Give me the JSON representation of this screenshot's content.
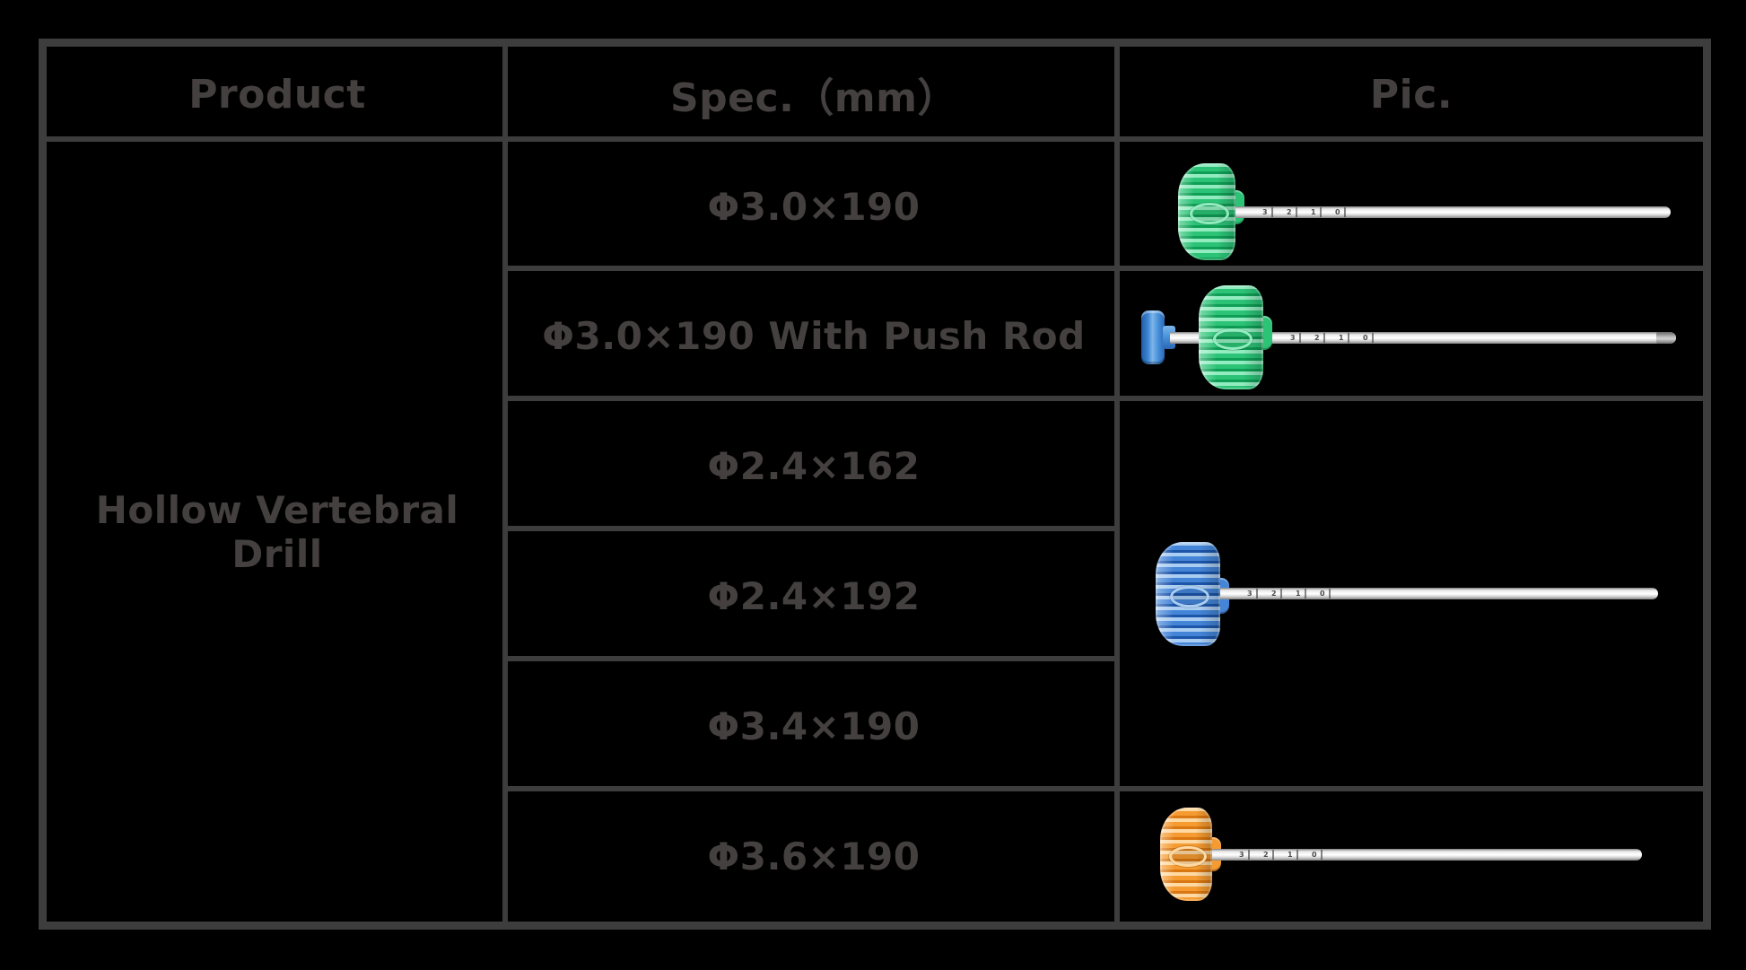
{
  "table": {
    "header": {
      "product": "Product",
      "spec": "Spec.（mm）",
      "pic": "Pic."
    },
    "product_name": "Hollow Vertebral Drill",
    "rows": [
      {
        "spec": "Φ3.0×190",
        "pic": "green-handle hollow drill photo"
      },
      {
        "spec": "Φ3.0×190 With Push Rod",
        "pic": "green-handle hollow drill with blue push rod photo"
      },
      {
        "spec": "Φ2.4×162",
        "pic": "blue-handle hollow drill photo (shared across three specs)"
      },
      {
        "spec": "Φ2.4×192",
        "pic": "blue-handle hollow drill photo (shared across three specs)"
      },
      {
        "spec": "Φ3.4×190",
        "pic": "blue-handle hollow drill photo (shared across three specs)"
      },
      {
        "spec": "Φ3.6×190",
        "pic": "orange-handle hollow drill photo"
      }
    ],
    "shaft_markings": [
      "3",
      "2",
      "1",
      "0"
    ],
    "colors": {
      "background": "#000000",
      "grid_line": "#3d3d3d",
      "text": "#454040",
      "handle_green": "#2cc377",
      "handle_blue": "#4485d8",
      "handle_orange": "#f59b31",
      "push_rod_blue": "#4a94dd",
      "shaft_metal": "#e9e9e9"
    }
  }
}
